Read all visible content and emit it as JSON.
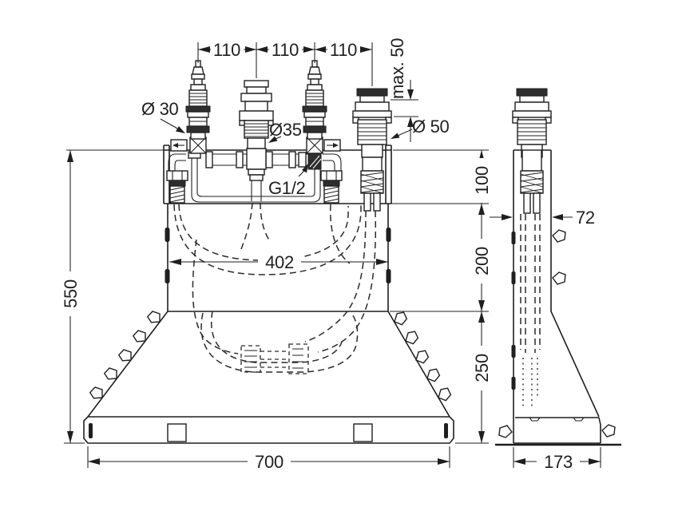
{
  "colors": {
    "ink": "#1f1f1f",
    "background": "#ffffff"
  },
  "front_view": {
    "spacing_dims": [
      "110",
      "110",
      "110"
    ],
    "max_depth_label": "max. 50",
    "total_height": "550",
    "height_segments": [
      "100",
      "200",
      "250"
    ],
    "inner_width": "402",
    "base_width": "700",
    "callouts": {
      "valve_left": "Ø 30",
      "valve_center": "Ø35",
      "valve_large": "Ø 50",
      "thread": "G1/2"
    }
  },
  "side_view": {
    "column_width": "72",
    "base_depth": "173"
  }
}
